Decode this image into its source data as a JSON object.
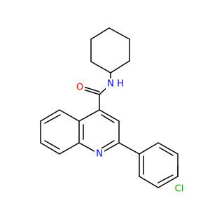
{
  "molecule": {
    "labels": {
      "amide_oxygen": "O",
      "amide_nitrogen": "N",
      "amide_hydrogen": "H",
      "ring_nitrogen": "N",
      "chlorine": "Cl"
    },
    "colors": {
      "bond": "#000000",
      "oxygen": "#ff0000",
      "nitrogen": "#0000ff",
      "hydrogen": "#0000ff",
      "chlorine": "#00aa00"
    }
  }
}
